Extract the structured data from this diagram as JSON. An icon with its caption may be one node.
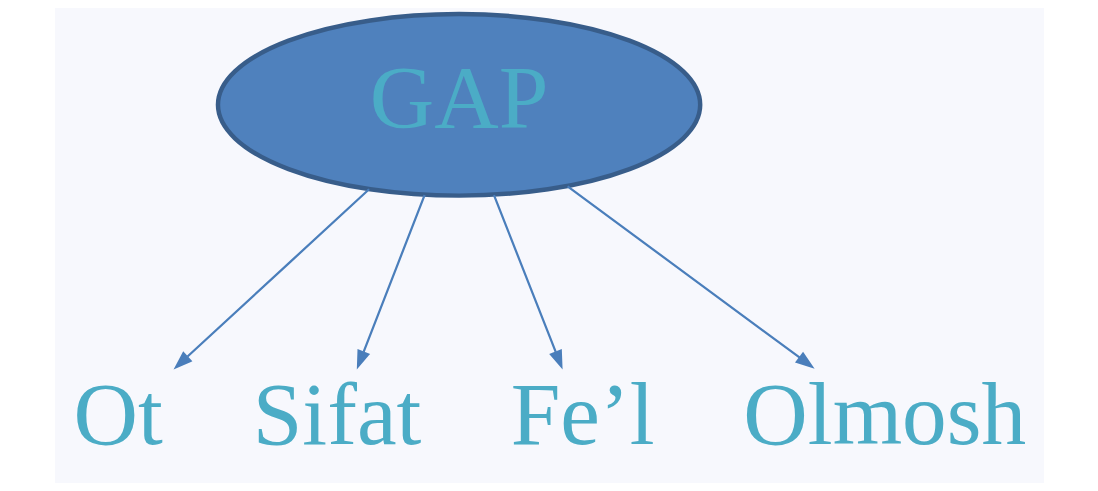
{
  "diagram": {
    "nodes": [
      {
        "text": [
          "GAP"
        ]
      },
      {
        "text": [
          "Ot"
        ]
      },
      {
        "text": [
          "Sifat"
        ]
      },
      {
        "text": [
          "Fe’l"
        ]
      },
      {
        "text": [
          "Olmosh"
        ]
      }
    ],
    "edges": [
      {
        "from": 0,
        "to": 1,
        "arrow": "to"
      },
      {
        "from": 0,
        "to": 2,
        "arrow": "to"
      },
      {
        "from": 0,
        "to": 3,
        "arrow": "to"
      },
      {
        "from": 0,
        "to": 4,
        "arrow": "to"
      }
    ]
  }
}
